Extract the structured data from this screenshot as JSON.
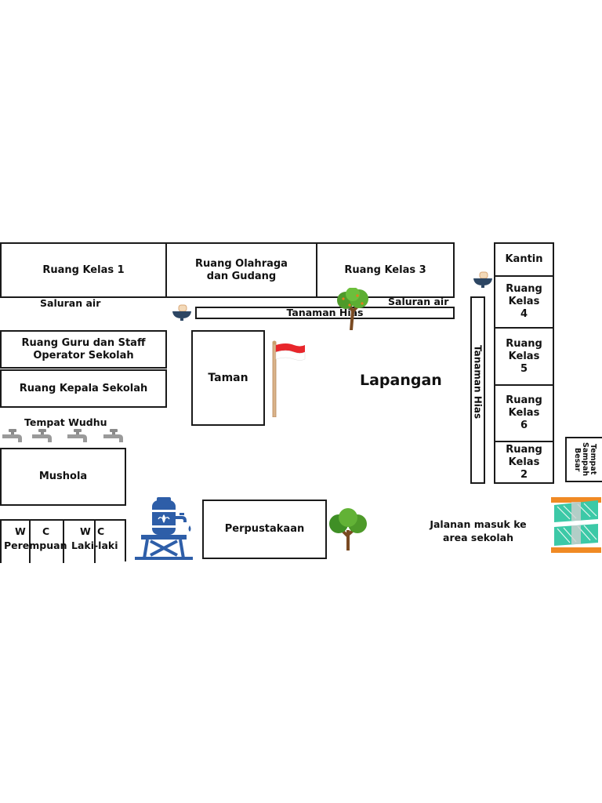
{
  "rooms": {
    "kelas1": "Ruang Kelas 1",
    "olahraga": "Ruang Olahraga dan Gudang",
    "kelas3": "Ruang Kelas 3",
    "kantin": "Kantin",
    "kelas4": "Ruang Kelas 4",
    "kelas5": "Ruang Kelas 5",
    "kelas6": "Ruang Kelas 6",
    "kelas2": "Ruang Kelas 2",
    "guru": "Ruang Guru dan Staff Operator Sekolah",
    "kepala": "Ruang Kepala Sekolah",
    "taman": "Taman",
    "mushola": "Mushola",
    "perpustakaan": "Perpustakaan",
    "sampah": "Tempat Sampah Besar"
  },
  "toilets": {
    "w1": "W",
    "c1": "C",
    "perempuan": "Perempuan",
    "w2": "W",
    "c2": "C",
    "laki": "Laki-laki"
  },
  "labels": {
    "saluran_air_left": "Saluran air",
    "saluran_air_right": "Saluran air",
    "tanaman_hias_h": "Tanaman Hias",
    "tanaman_hias_v": "Tanaman Hias",
    "lapangan": "Lapangan",
    "tempat_wudhu": "Tempat Wudhu",
    "jalanan": "Jalanan masuk ke area sekolah"
  },
  "icons": {
    "tree": "tree-icon",
    "flag": "indonesia-flag-icon",
    "water_tower": "water-tank-icon",
    "faucet": "faucet-icon",
    "sink": "sink-icon",
    "gate": "entrance-gate-icon"
  },
  "colors": {
    "outline": "#1a1a1a",
    "flag_red": "#e8262b",
    "tank_blue": "#2e5ea8",
    "tree_green": "#4e9a2a",
    "gate_orange": "#f08a24",
    "gate_teal": "#3cc9a7"
  }
}
